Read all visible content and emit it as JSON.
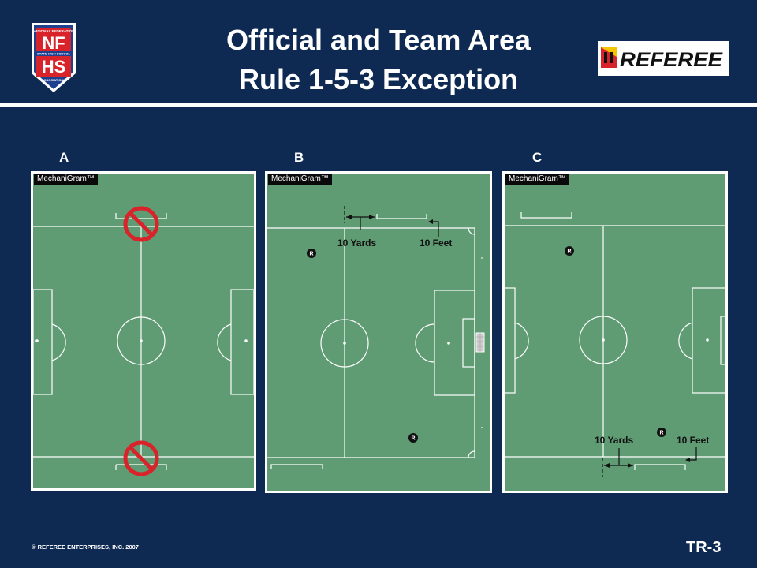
{
  "header": {
    "title_line1": "Official and Team Area",
    "title_line2": "Rule 1-5-3 Exception"
  },
  "logos": {
    "nfhs": {
      "letters_top": "NF",
      "letters_bottom": "HS",
      "top_text": "NATIONAL FEDERATION",
      "band_text": "STATE HIGH SCHOOL",
      "bottom_text": "ASSOCIATIONS"
    },
    "referee": {
      "text": "REFEREE"
    }
  },
  "panels": [
    {
      "letter": "A",
      "label": "MechaniGram™"
    },
    {
      "letter": "B",
      "label": "MechaniGram™",
      "annotations": [
        "10 Yards",
        "10 Feet"
      ],
      "referee_marker": "R"
    },
    {
      "letter": "C",
      "label": "MechaniGram™",
      "annotations": [
        "10 Yards",
        "10 Feet"
      ],
      "referee_marker": "R"
    }
  ],
  "footer": {
    "copyright": "© REFEREE ENTERPRISES, INC. 2007",
    "slide_id": "TR-3"
  },
  "colors": {
    "background": "#0e2a52",
    "field": "#5f9b73",
    "prohibited": "#d9232b"
  }
}
